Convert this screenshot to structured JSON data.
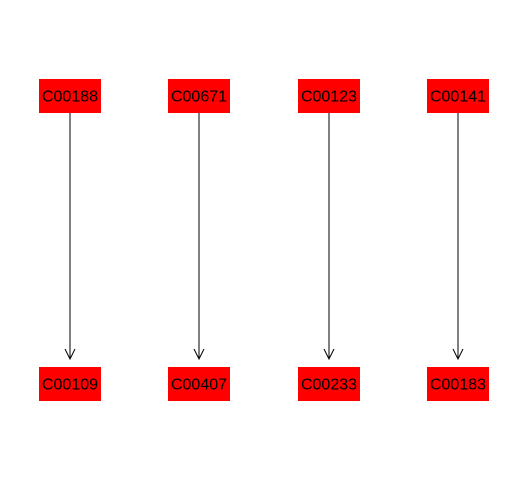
{
  "diagram": {
    "node_color": "#ff0000",
    "edge_color": "#000000",
    "nodes": [
      {
        "id": "C00188",
        "label": "C00188"
      },
      {
        "id": "C00671",
        "label": "C00671"
      },
      {
        "id": "C00123",
        "label": "C00123"
      },
      {
        "id": "C00141",
        "label": "C00141"
      },
      {
        "id": "C00109",
        "label": "C00109"
      },
      {
        "id": "C00407",
        "label": "C00407"
      },
      {
        "id": "C00233",
        "label": "C00233"
      },
      {
        "id": "C00183",
        "label": "C00183"
      }
    ],
    "edges": [
      {
        "from": "C00188",
        "to": "C00109"
      },
      {
        "from": "C00671",
        "to": "C00407"
      },
      {
        "from": "C00123",
        "to": "C00233"
      },
      {
        "from": "C00141",
        "to": "C00183"
      }
    ]
  }
}
